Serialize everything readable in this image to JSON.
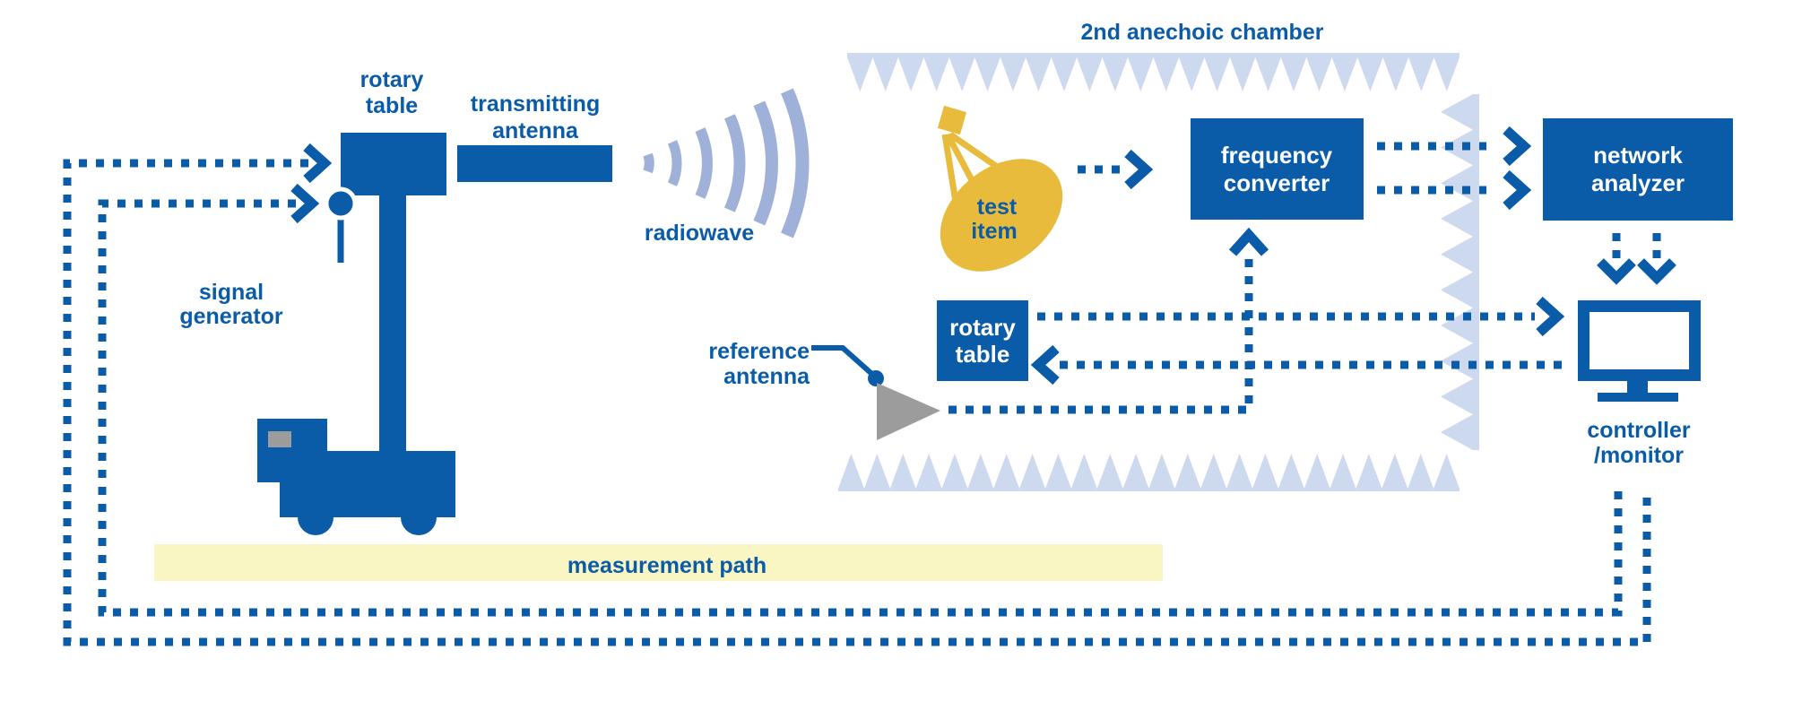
{
  "diagram_title": "2nd anechoic chamber",
  "colors": {
    "primary_blue": "#0a5ca8",
    "light_wall_blue": "#cdd9ee",
    "arc_blue": "#9fb1d9",
    "item_yellow": "#e8bb3d",
    "path_band_yellow": "#faf6c3",
    "gray": "#9c9c9c",
    "window_gray": "#8e8e8e"
  },
  "labels": {
    "rotary_table_left": {
      "line1": "rotary",
      "line2": "table"
    },
    "transmitting_antenna": {
      "line1": "transmitting",
      "line2": "antenna"
    },
    "radiowave": "radiowave",
    "signal_generator": {
      "line1": "signal",
      "line2": "generator"
    },
    "test_item": {
      "line1": "test",
      "line2": "item"
    },
    "reference_antenna": {
      "line1": "reference",
      "line2": "antenna"
    },
    "measurement_path": "measurement path",
    "controller_monitor": {
      "line1": "controller",
      "line2": "/monitor"
    }
  },
  "boxes": {
    "frequency_converter": {
      "line1": "frequency",
      "line2": "converter"
    },
    "network_analyzer": {
      "line1": "network",
      "line2": "analyzer"
    },
    "rotary_table_right": {
      "line1": "rotary",
      "line2": "table"
    }
  }
}
